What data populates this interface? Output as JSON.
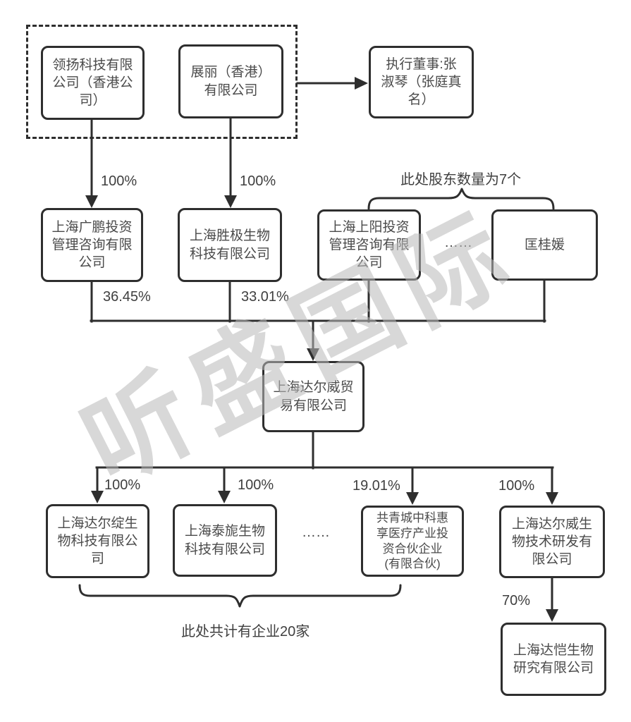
{
  "diagram": {
    "watermark": "听盛国际",
    "nodes": {
      "lingyang": "领扬科技有限\n公司（香港公\n司）",
      "zhanli": "展丽（香港）\n有限公司",
      "director": "执行董事:张\n淑琴（张庭真\n名）",
      "guangpeng": "上海广鹏投资\n管理咨询有限\n公司",
      "shengji": "上海胜极生物\n科技有限公司",
      "shangyang": "上海上阳投资\n管理咨询有限\n公司",
      "kuangguiyuan": "匡桂媛",
      "daerwei_trading": "上海达尔威贸\n易有限公司",
      "daerzhan": "上海达尔绽生\n物科技有限公\n司",
      "taini": "上海泰旎生物\n科技有限公司",
      "gongqingcheng": "共青城中科惠\n享医疗产业投\n资合伙企业\n(有限合伙)",
      "daerwei_biotech": "上海达尔威生\n物技术研发有\n限公司",
      "dakai": "上海达恺生物\n研究有限公司"
    },
    "edge_labels": {
      "lingyang_to_guangpeng": "100%",
      "zhanli_to_shengji": "100%",
      "guangpeng_to_daerwei": "36.45%",
      "shengji_to_daerwei": "33.01%",
      "daerwei_to_daerzhan": "100%",
      "daerwei_to_taini": "100%",
      "daerwei_to_gongqingcheng": "19.01%",
      "daerwei_to_biotech": "100%",
      "biotech_to_dakai": "70%"
    },
    "annotations": {
      "shareholders_note": "此处股东数量为7个",
      "companies_note": "此处共计有企业20家",
      "ellipsis_top": "……",
      "ellipsis_bottom": "……"
    },
    "colors": {
      "line": "#2e2e2e",
      "text": "#4a4a4a",
      "watermark": "#b9b9b9",
      "background": "#ffffff"
    }
  }
}
